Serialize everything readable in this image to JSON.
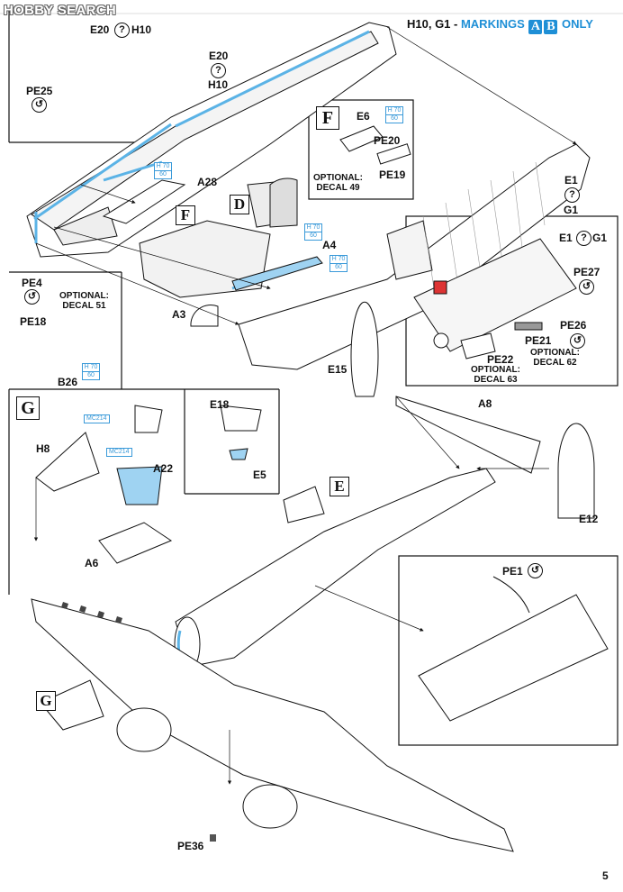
{
  "watermark": "HOBBY SEARCH",
  "header": {
    "prefix": "H10, G1 - ",
    "markings_word": "MARKINGS",
    "marking_a": "A",
    "marking_b": "B",
    "suffix": "ONLY"
  },
  "steps": {
    "f_main": "F",
    "f_box": "F",
    "d": "D",
    "g_box": "G",
    "g_bottom": "G",
    "e": "E"
  },
  "labels": {
    "e20_h10_top": "E20",
    "h10_top": "H10",
    "pe25": "PE25",
    "e20_mid": "E20",
    "h10_mid": "H10",
    "e6": "E6",
    "pe20": "PE20",
    "pe19": "PE19",
    "optional_decal49_1": "OPTIONAL:",
    "optional_decal49_2": "DECAL 49",
    "a28": "A28",
    "a4": "A4",
    "a3": "A3",
    "e1_top": "E1",
    "g1_top": "G1",
    "e1_g1": "E1",
    "g1_right": "G1",
    "pe27": "PE27",
    "pe26": "PE26",
    "pe21": "PE21",
    "optional_decal62_1": "OPTIONAL:",
    "optional_decal62_2": "DECAL 62",
    "pe22": "PE22",
    "optional_decal63_1": "OPTIONAL:",
    "optional_decal63_2": "DECAL 63",
    "pe4": "PE4",
    "optional_decal51_1": "OPTIONAL:",
    "optional_decal51_2": "DECAL 51",
    "pe18": "PE18",
    "b26": "B26",
    "e15": "E15",
    "a8": "A8",
    "e12": "E12",
    "h8": "H8",
    "a22": "A22",
    "a6": "A6",
    "e18": "E18",
    "e5": "E5",
    "pe1": "PE1",
    "pe36": "PE36"
  },
  "paint_codes": {
    "h70_top": "H 70",
    "h70_bottom": "60",
    "mc214": "MC214"
  },
  "page_number": "5"
}
